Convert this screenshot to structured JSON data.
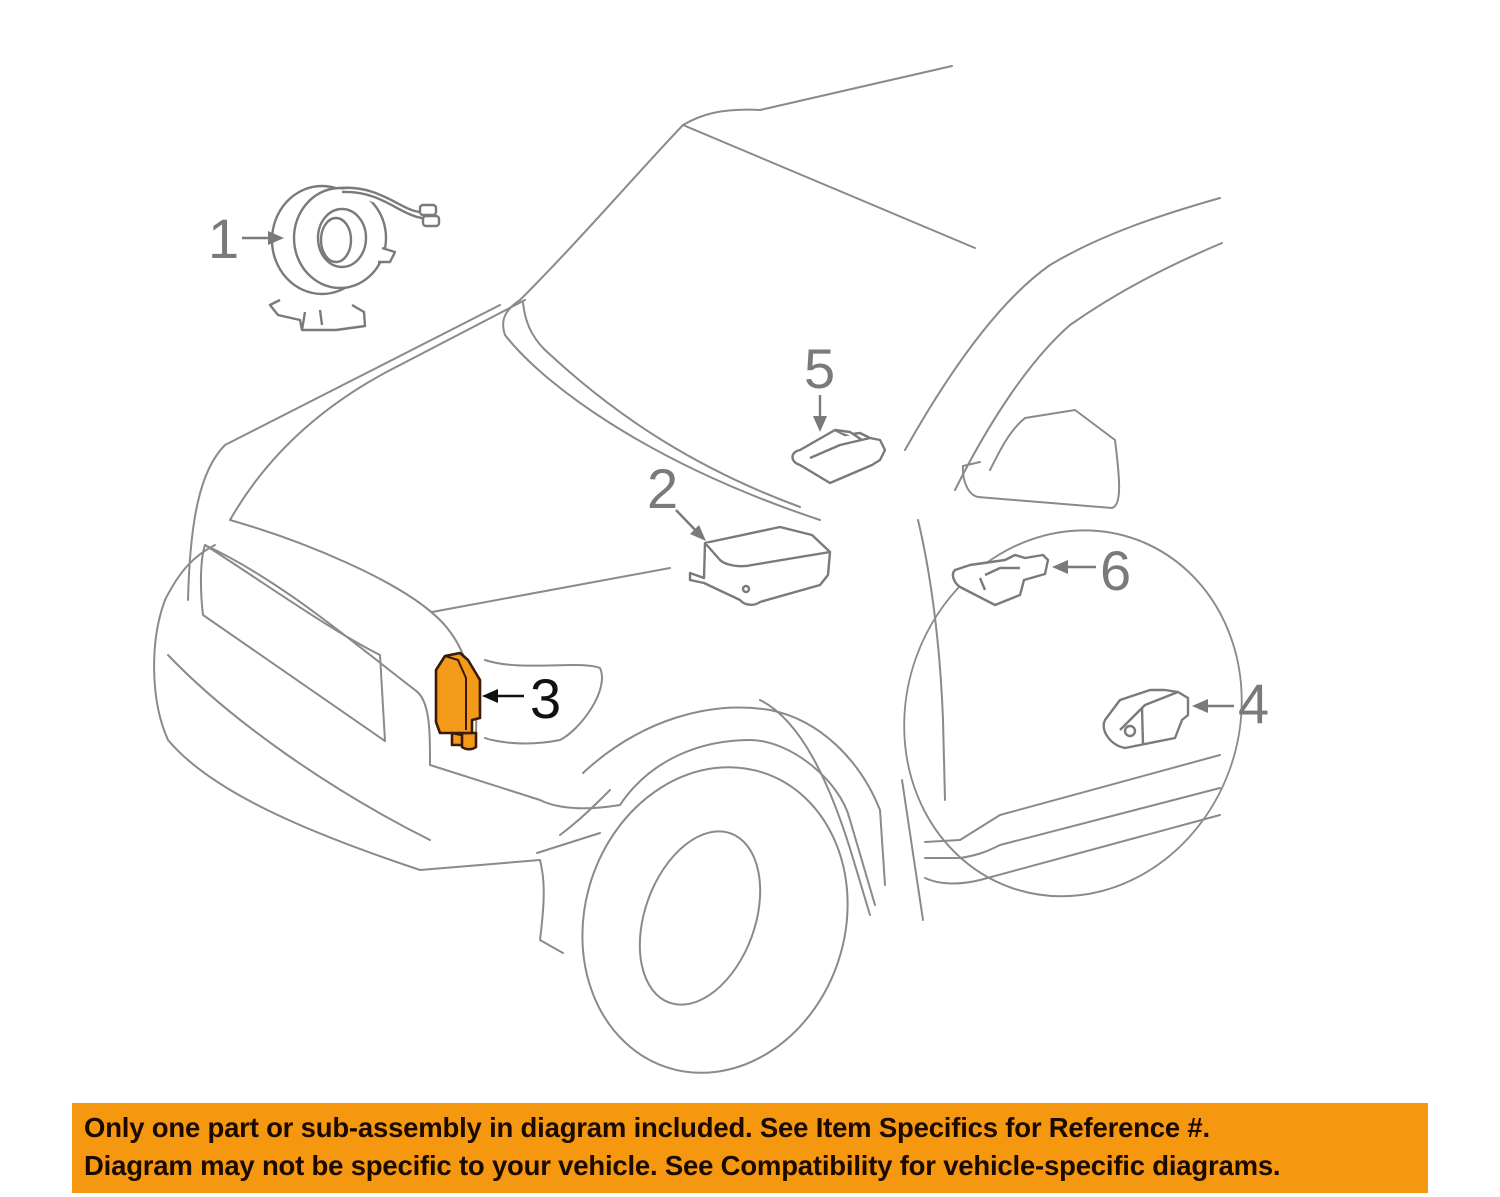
{
  "diagram": {
    "subject": "Vehicle front quarter view with airbag / SRS component locations",
    "highlight_color": "#f39a1a",
    "line_color": "#8a8a8a",
    "callouts": [
      {
        "number": "1",
        "part": "clock-spring / spiral cable",
        "highlighted": false
      },
      {
        "number": "2",
        "part": "airbag control module",
        "highlighted": false
      },
      {
        "number": "3",
        "part": "front impact sensor",
        "highlighted": true
      },
      {
        "number": "4",
        "part": "side impact sensor",
        "highlighted": false
      },
      {
        "number": "5",
        "part": "occupant sensor connector",
        "highlighted": false
      },
      {
        "number": "6",
        "part": "side sensor connector",
        "highlighted": false
      }
    ]
  },
  "notice": {
    "background": "#f5970f",
    "line1": "Only one part or sub-assembly in diagram included. See Item Specifics for Reference #.",
    "line2": "Diagram may not be specific to your vehicle. See Compatibility for vehicle-specific diagrams."
  }
}
